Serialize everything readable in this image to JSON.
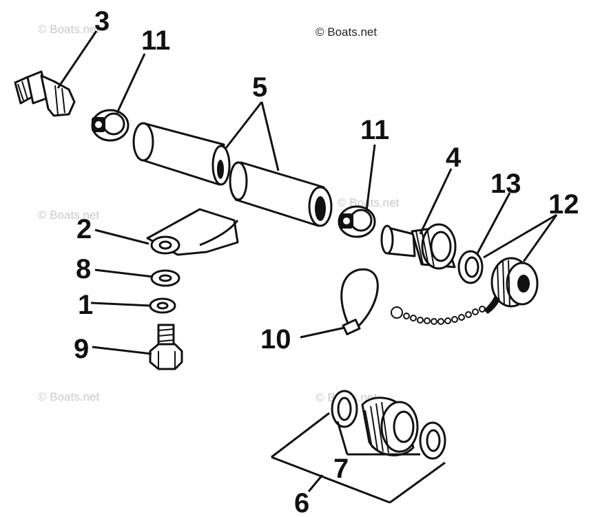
{
  "watermark": {
    "main": "© Boats.net",
    "faint": "© Boats.net"
  },
  "callouts": {
    "c3": "3",
    "c11a": "11",
    "c5": "5",
    "c11b": "11",
    "c4": "4",
    "c13": "13",
    "c12": "12",
    "c2": "2",
    "c8": "8",
    "c1": "1",
    "c9": "9",
    "c10": "10",
    "c7": "7",
    "c6": "6"
  }
}
